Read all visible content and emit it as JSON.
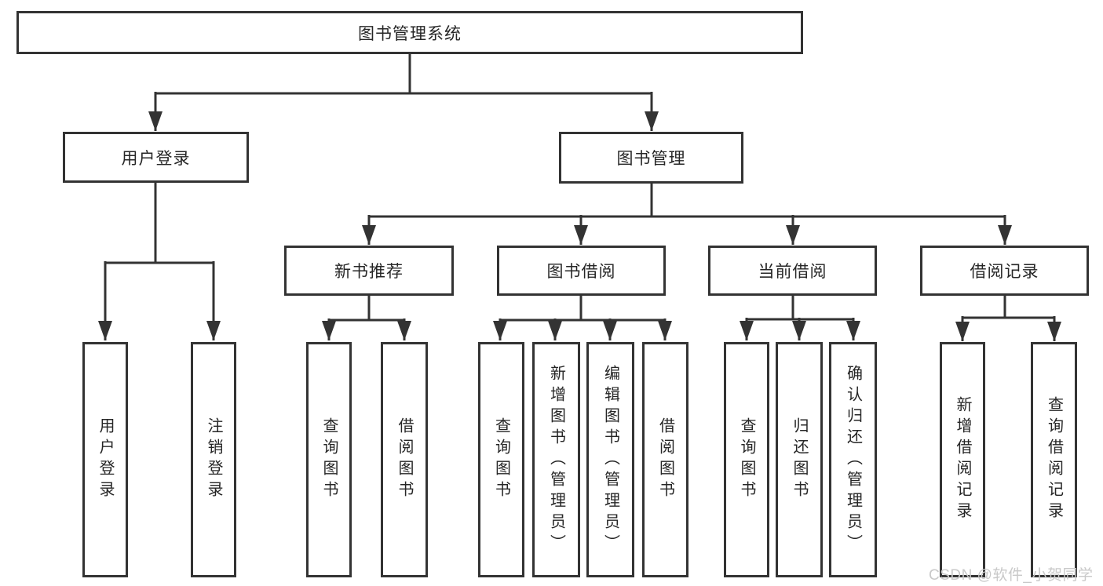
{
  "colors": {
    "line": "#333333",
    "box_border": "#333333",
    "text": "#262626",
    "background": "#ffffff",
    "watermark": "#c9c9c9"
  },
  "tree": {
    "label": "图书管理系统",
    "children": [
      {
        "label": "用户登录",
        "children": [
          {
            "label": "用户登录"
          },
          {
            "label": "注销登录"
          }
        ]
      },
      {
        "label": "图书管理",
        "children": [
          {
            "label": "新书推荐",
            "children": [
              {
                "label": "查询图书"
              },
              {
                "label": "借阅图书"
              }
            ]
          },
          {
            "label": "图书借阅",
            "children": [
              {
                "label": "查询图书"
              },
              {
                "label": "新增图书（管理员）"
              },
              {
                "label": "编辑图书（管理员）"
              },
              {
                "label": "借阅图书"
              }
            ]
          },
          {
            "label": "当前借阅",
            "children": [
              {
                "label": "查询图书"
              },
              {
                "label": "归还图书"
              },
              {
                "label": "确认归还（管理员）"
              }
            ]
          },
          {
            "label": "借阅记录",
            "children": [
              {
                "label": "新增借阅记录"
              },
              {
                "label": "查询借阅记录"
              }
            ]
          }
        ]
      }
    ]
  },
  "watermark": {
    "text": "CSDN @软件_小贺同学"
  }
}
